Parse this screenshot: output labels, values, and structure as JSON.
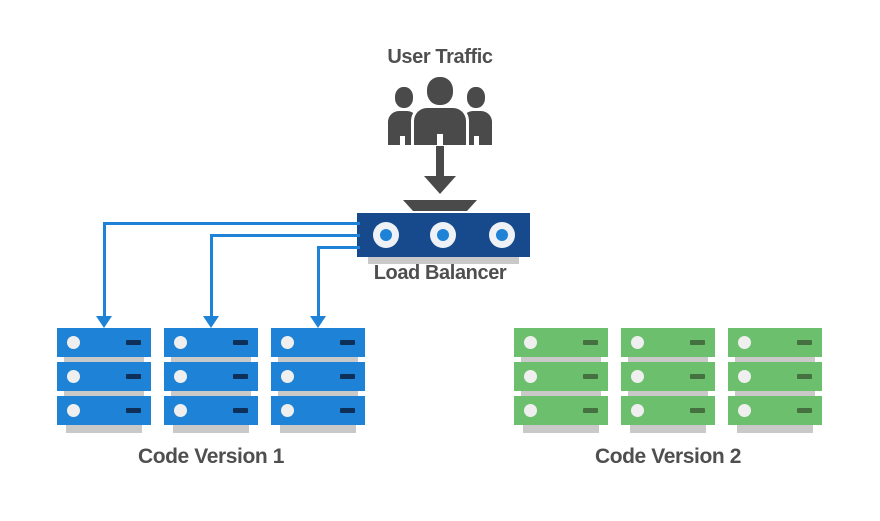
{
  "labels": {
    "user_traffic": "User Traffic",
    "load_balancer": "Load Balancer"
  },
  "clusters": [
    {
      "label": "Code Version 1",
      "servers": 3,
      "units_per_server": 3,
      "server_color": "#1e82d6",
      "vent_color": "#0e2f57",
      "receives_traffic": true
    },
    {
      "label": "Code Version 2",
      "servers": 3,
      "units_per_server": 3,
      "server_color": "#6cc06d",
      "vent_color": "#45703f",
      "receives_traffic": false
    }
  ],
  "colors": {
    "icon_gray": "#4a4a4a",
    "text_gray": "#4f4f4f",
    "balancer_navy": "#164a8c",
    "connector_blue": "#1e82d6",
    "port_ring": "#eef2f7",
    "led_white": "#efefef",
    "shadow_gray": "#c9c9c9"
  }
}
